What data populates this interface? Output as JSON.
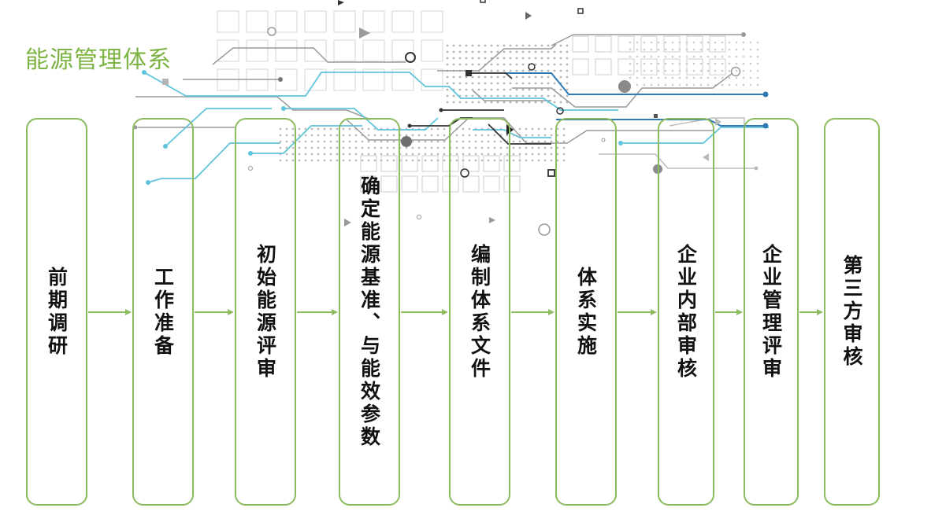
{
  "title": "能源管理体系",
  "steps": [
    {
      "label": "前期调研"
    },
    {
      "label": "工作准备"
    },
    {
      "label": "初始能源评审"
    },
    {
      "label": "确定能源基准、与能效参数"
    },
    {
      "label": "编制体系文件"
    },
    {
      "label": "体系实施"
    },
    {
      "label": "企业内部审核"
    },
    {
      "label": "企业管理评审"
    },
    {
      "label": "第三方审核"
    }
  ],
  "colors": {
    "title": "#7cb342",
    "box_border": "#8dbb5f",
    "arrow": "#8dbb5f",
    "text": "#111111",
    "circuit_teal": "#5ec4dd",
    "circuit_blue": "#2f7ab5",
    "circuit_gray": "#999999",
    "circuit_dark": "#333333"
  }
}
